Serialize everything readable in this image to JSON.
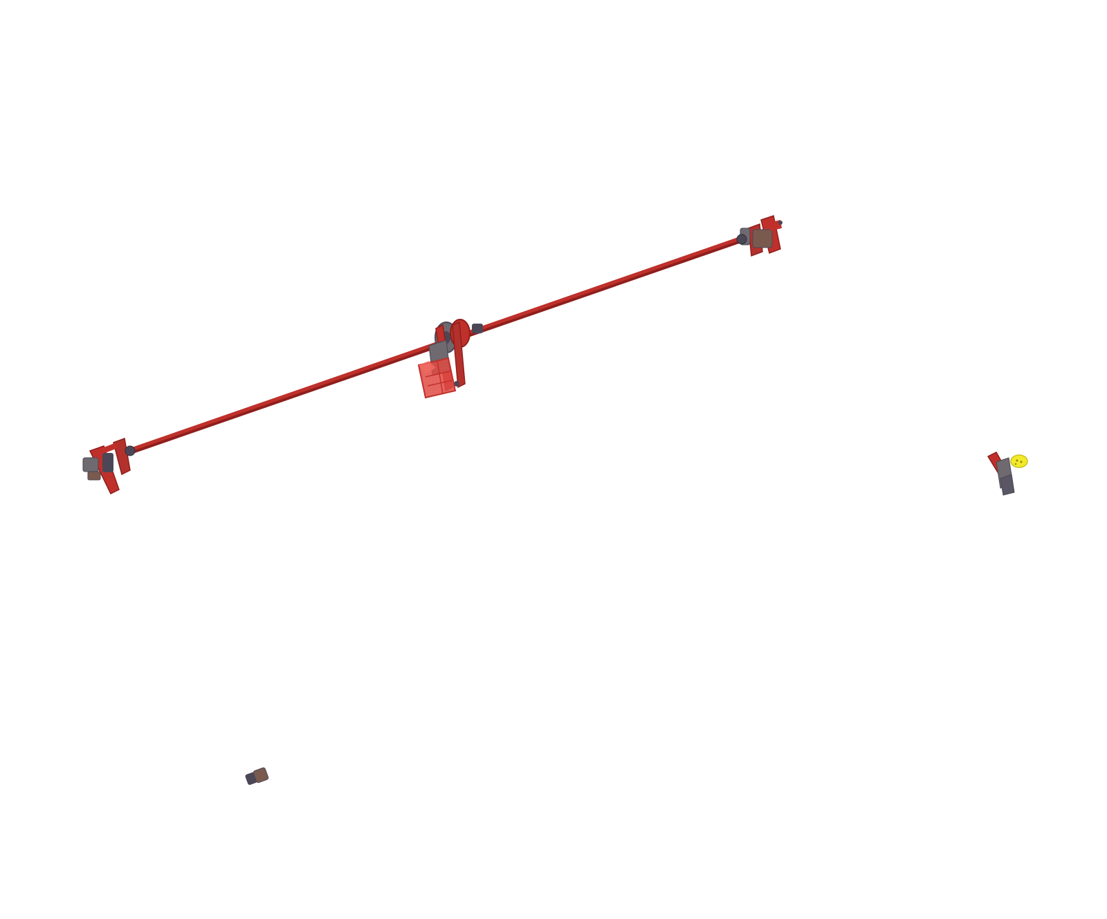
{
  "viewport": {
    "background": "#ffffff"
  },
  "colors": {
    "frame_red": "#c0302b",
    "frame_dark_red": "#8e1f1c",
    "rod_red": "#b3312c",
    "metal_gray": "#6e6a6f",
    "metal_dark": "#4b4756",
    "motor_red_translucent": "#e04a44",
    "brown_part": "#7a5a4e",
    "highlight_yellow": "#f2ea28"
  },
  "scene_parts": [
    {
      "name": "linear-rod",
      "type": "shaft"
    },
    {
      "name": "left-end-bracket",
      "type": "bracket"
    },
    {
      "name": "center-carriage",
      "type": "carriage"
    },
    {
      "name": "center-motor-housing",
      "type": "motor"
    },
    {
      "name": "right-end-bracket",
      "type": "bracket"
    },
    {
      "name": "detached-arm-part",
      "type": "bracket",
      "state": "selected"
    },
    {
      "name": "loose-coupler-part",
      "type": "coupler"
    }
  ]
}
